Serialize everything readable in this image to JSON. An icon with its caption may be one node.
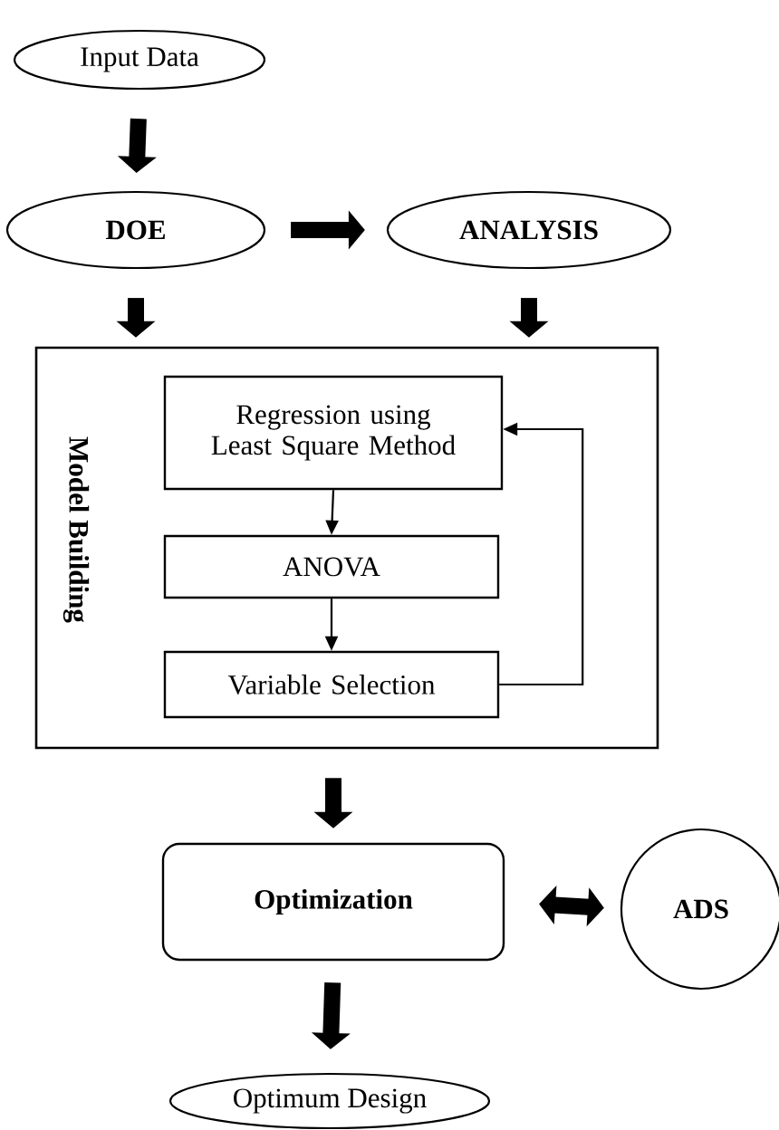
{
  "diagram": {
    "nodes": [
      {
        "text": [
          "Input Data"
        ]
      },
      {
        "text": [
          "DOE"
        ]
      },
      {
        "text": [
          "ANALYSIS"
        ]
      },
      {
        "text": [
          "Model Building"
        ]
      },
      {
        "text": [
          "Regression using Least Square Method"
        ],
        "in": 3
      },
      {
        "text": [
          "ANOVA"
        ],
        "in": 3
      },
      {
        "text": [
          "Variable Selection"
        ],
        "in": 3
      },
      {
        "text": [
          "Optimization"
        ]
      },
      {
        "text": [
          "ADS"
        ]
      },
      {
        "text": [
          "Optimum Design"
        ]
      }
    ],
    "edges": [
      {
        "from": 0,
        "to": 1,
        "arrow": "to"
      },
      {
        "from": 1,
        "to": 2,
        "arrow": "to"
      },
      {
        "from": 1,
        "to": 3,
        "arrow": "to"
      },
      {
        "from": 2,
        "to": 3,
        "arrow": "to"
      },
      {
        "from": 4,
        "to": 5,
        "arrow": "to"
      },
      {
        "from": 5,
        "to": 6,
        "arrow": "to"
      },
      {
        "from": 6,
        "to": 4,
        "arrow": "to"
      },
      {
        "from": 3,
        "to": 7,
        "arrow": "to"
      },
      {
        "from": 7,
        "to": 8,
        "arrow": "both"
      },
      {
        "from": 7,
        "to": 9,
        "arrow": "to"
      }
    ]
  }
}
